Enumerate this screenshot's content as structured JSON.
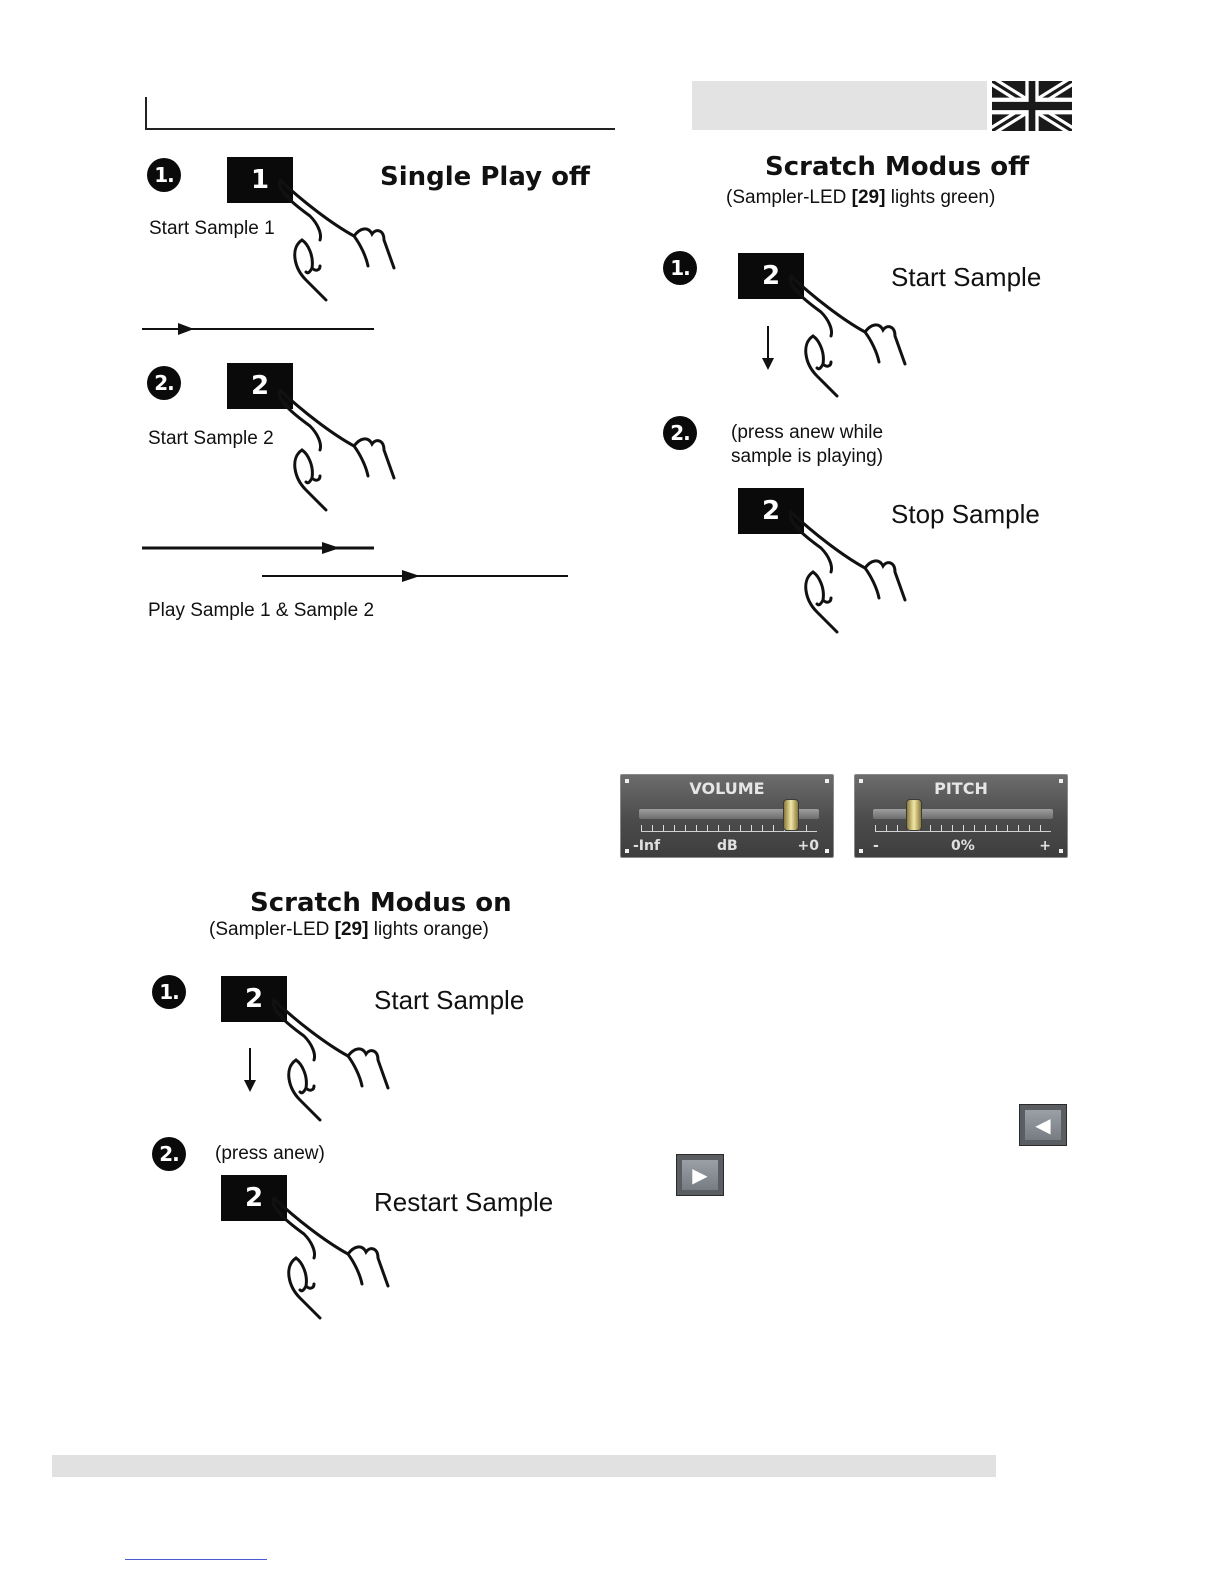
{
  "left_top": {
    "title": "Single Play off",
    "steps": [
      {
        "number": "1.",
        "key": "1",
        "label": "Start Sample 1"
      },
      {
        "number": "2.",
        "key": "2",
        "label": "Start Sample 2"
      }
    ],
    "caption": "Play Sample 1 & Sample 2"
  },
  "right_top": {
    "title": "Scratch Modus off",
    "sub_prefix": "(Sampler-LED ",
    "sub_bold": "[29]",
    "sub_suffix": " lights green)",
    "step1": {
      "number": "1.",
      "key": "2",
      "action": "Start Sample"
    },
    "step2": {
      "number": "2.",
      "note_line1": "(press anew while",
      "note_line2": "sample is playing)",
      "key": "2",
      "action": "Stop Sample"
    }
  },
  "left_bottom": {
    "title": "Scratch Modus on",
    "sub_prefix": "(Sampler-LED ",
    "sub_bold": "[29]",
    "sub_suffix": " lights orange)",
    "step1": {
      "number": "1.",
      "key": "2",
      "action": "Start Sample"
    },
    "step2": {
      "number": "2.",
      "note": "(press anew)",
      "key": "2",
      "action": "Restart Sample"
    }
  },
  "controls": {
    "volume": {
      "title": "VOLUME",
      "min_label": "-Inf",
      "unit_label": "dB",
      "max_label": "+0",
      "level": 0.88
    },
    "pitch": {
      "title": "PITCH",
      "min_label": "-",
      "unit_label": "0%",
      "max_label": "+",
      "level": 0.2
    }
  },
  "nav": {
    "prev_icon": "triangle-left-icon",
    "next_icon": "triangle-right-icon"
  },
  "colors": {
    "key_bg": "#0a0a0a",
    "panel_bg": "#4b4b4b",
    "footer_bar": "#e1e1e1",
    "flag_blue": "#1a1a1a"
  }
}
